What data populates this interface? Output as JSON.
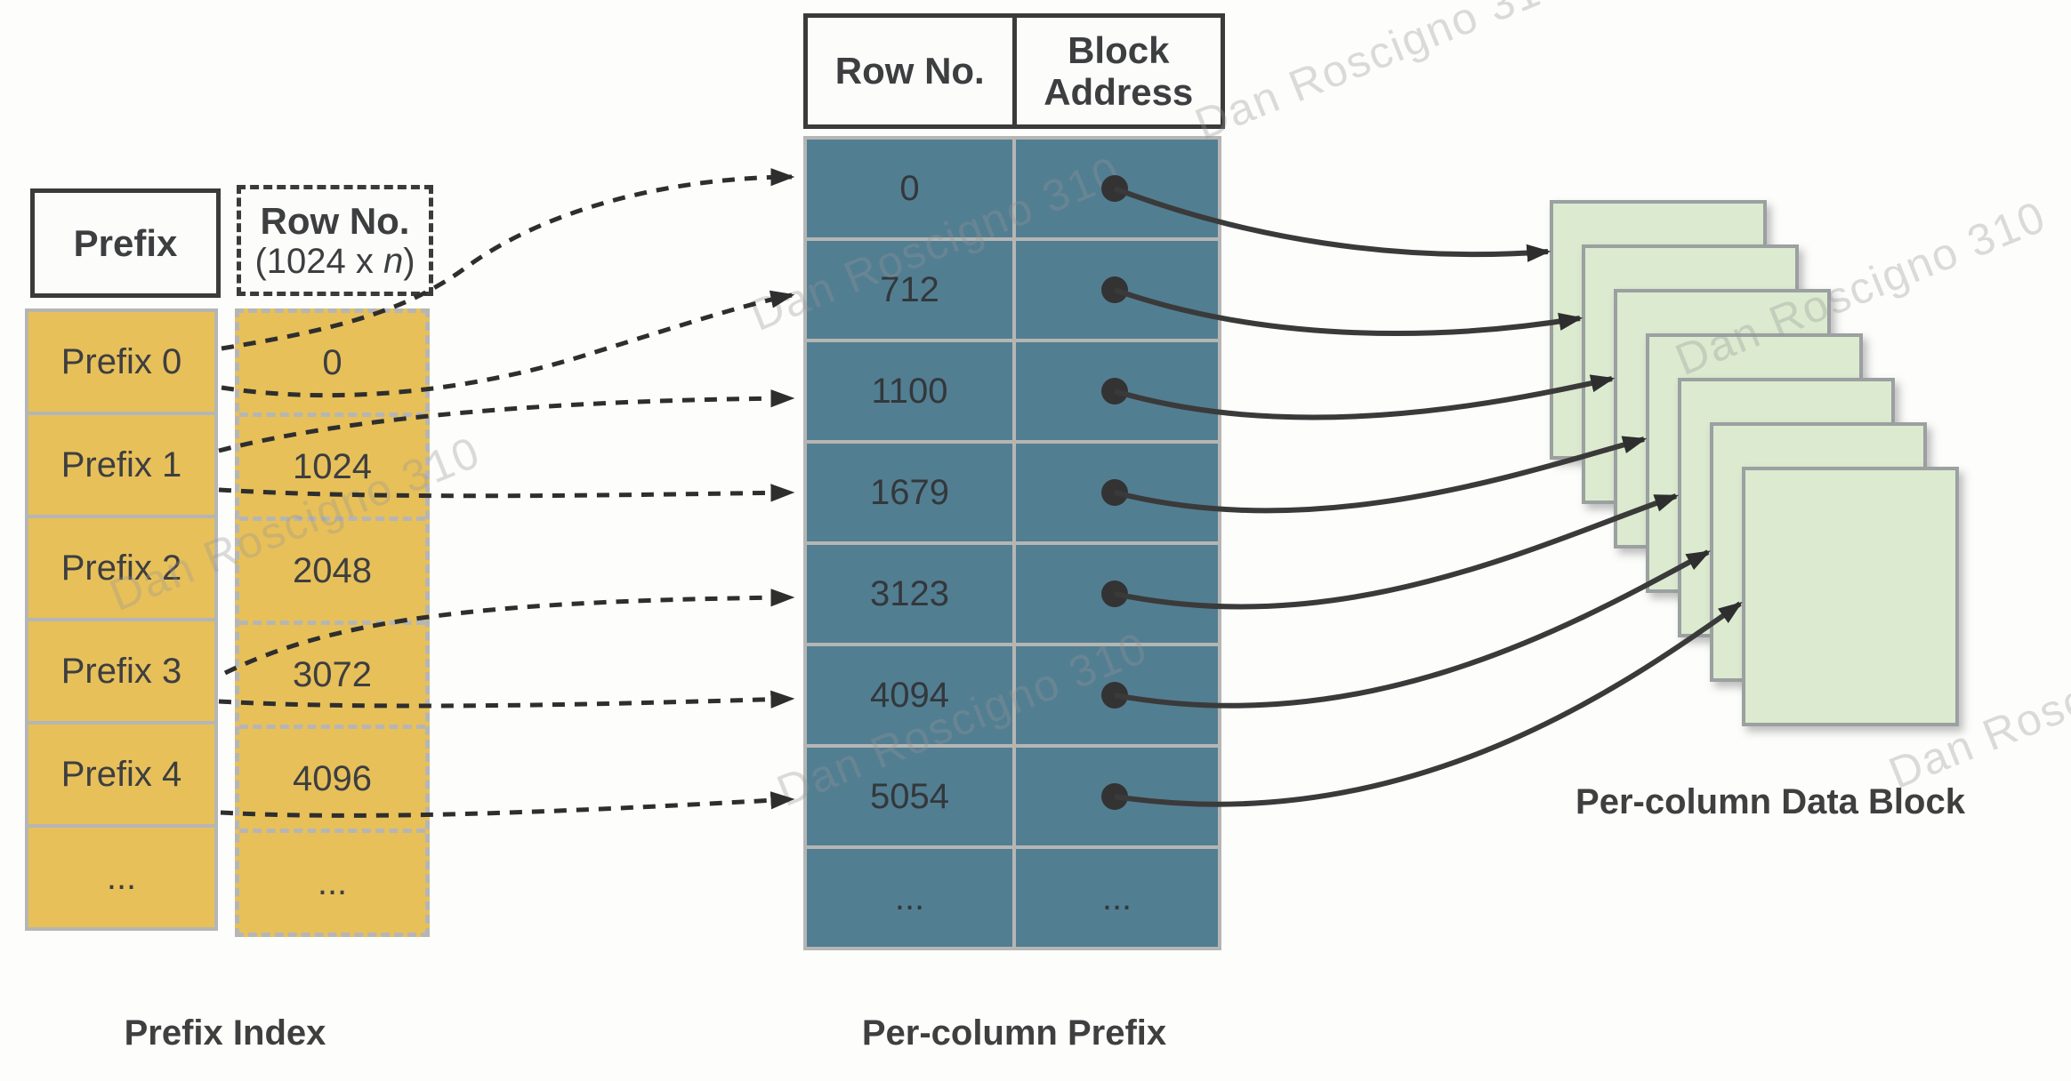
{
  "watermark": {
    "text": "Dan Roscigno 310"
  },
  "prefix_index": {
    "header": "Prefix",
    "rows": [
      "Prefix 0",
      "Prefix 1",
      "Prefix 2",
      "Prefix 3",
      "Prefix 4",
      "..."
    ],
    "caption": "Prefix Index"
  },
  "row_no_header": {
    "title": "Row No.",
    "formula_pre": "(1024 x ",
    "formula_var": "n",
    "formula_post": ")"
  },
  "row_no_values": [
    "0",
    "1024",
    "2048",
    "3072",
    "4096",
    "..."
  ],
  "per_column_prefix": {
    "col1_header": "Row No.",
    "col2_header_line1": "Block",
    "col2_header_line2": "Address",
    "row_numbers": [
      "0",
      "712",
      "1100",
      "1679",
      "3123",
      "4094",
      "5054",
      "..."
    ],
    "last_row_address": "...",
    "caption": "Per-column Prefix"
  },
  "data_blocks": {
    "count": 7,
    "caption": "Per-column Data Block"
  },
  "colors": {
    "yellow": "#e7c05a",
    "teal": "#527e92",
    "green": "#dcead0",
    "green_border": "#9ba0a0",
    "gray": "#b5b6b4",
    "dark": "#3b3b3b",
    "text": "#3d3e40",
    "arrow": "#333333"
  },
  "arrow_map": {
    "dashed": [
      {
        "from": "Prefix 0",
        "to": "0"
      },
      {
        "from": "Prefix 0",
        "to": "712"
      },
      {
        "from": "Prefix 1",
        "to": "1100"
      },
      {
        "from": "Prefix 1",
        "to": "1679"
      },
      {
        "from": "Prefix 3",
        "to": "3123"
      },
      {
        "from": "Prefix 3",
        "to": "4094"
      },
      {
        "from": "Prefix 4",
        "to": "5054"
      }
    ],
    "solid": [
      {
        "from": "0",
        "to": "block-1"
      },
      {
        "from": "712",
        "to": "block-2"
      },
      {
        "from": "1100",
        "to": "block-3"
      },
      {
        "from": "1679",
        "to": "block-4"
      },
      {
        "from": "3123",
        "to": "block-5"
      },
      {
        "from": "4094",
        "to": "block-6"
      },
      {
        "from": "5054",
        "to": "block-7"
      }
    ]
  }
}
